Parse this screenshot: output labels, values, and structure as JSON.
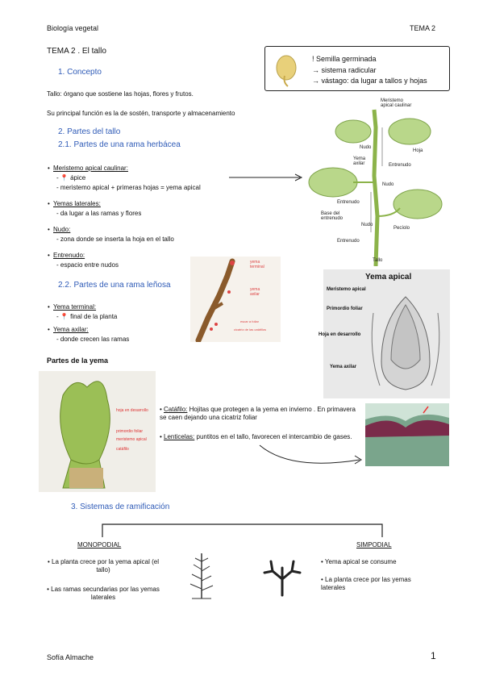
{
  "header": {
    "left": "Biología vegetal",
    "right": "TEMA 2"
  },
  "title": "TEMA 2 . El tallo",
  "s1": {
    "heading": "1. Concepto",
    "def": "Tallo: órgano que sostiene las hojas, flores y frutos.",
    "func": "Su principal función es la de sostén, transporte y almacenamiento"
  },
  "seed_box": {
    "title": "! Semilla germinada",
    "line1": "→ sistema radicular",
    "line2": "→ vástago: da lugar a tallos y hojas"
  },
  "s2": {
    "heading": "2. Partes del tallo",
    "sub1": "2.1. Partes de una rama herbácea",
    "items": [
      {
        "label": "Meristemo apical caulinar:",
        "lines": [
          "ápice",
          "- meristemo apical + primeras hojas = yema apical"
        ]
      },
      {
        "label": "Yemas laterales:",
        "lines": [
          "- da lugar a las ramas y flores"
        ]
      },
      {
        "label": "Nudo:",
        "lines": [
          "- zona donde se inserta la hoja en el tallo"
        ]
      },
      {
        "label": "Entrenudo:",
        "lines": [
          "- espacio entre nudos"
        ]
      }
    ],
    "sub2": "2.2. Partes de una rama leñosa",
    "woody": [
      {
        "label": "Yema terminal:",
        "lines": [
          "final de la planta"
        ]
      },
      {
        "label": "Yema axilar:",
        "lines": [
          "- donde crecen las ramas"
        ]
      }
    ]
  },
  "plant_labels": {
    "meristem": "Meristemo\napical caulinar",
    "nudo1": "Nudo",
    "hoja": "Hoja",
    "yema": "Yema\naxilar",
    "entrenudo1": "Entrenudo",
    "nudo2": "Nudo",
    "entrenudo2": "Entrenudo",
    "base": "Base del\nentrenudo",
    "nudo3": "Nudo",
    "peciolo": "Pecíolo",
    "entrenudo3": "Entrenudo",
    "tallo": "Tallo"
  },
  "branch_labels": {
    "terminal": "yema\nterminal",
    "axilar": "yema\naxilar",
    "scar": "escar a foliar",
    "scar2": "cicatriz de las catáfilos"
  },
  "apical_img": {
    "title": "Yema apical",
    "l1": "Meristemo apical",
    "l2": "Primordio foliar",
    "l3": "Hoja en desarrollo",
    "l4": "Yema axilar"
  },
  "bud": {
    "heading": "Partes de la yema",
    "l1": "hoja en desarrollo",
    "l2": "primordio foliar",
    "l3": "meristemo apical",
    "l4": "catáfilo",
    "cataf_label": "Catáfilo:",
    "cataf_text": " Hojitas que protegen a la yema en invierno . En primavera se caen dejando una cicatriz foliar",
    "lent_label": "Lenticelas:",
    "lent_text": " puntitos en el tallo, favorecen el intercambio de gases."
  },
  "s3": {
    "heading": "3. Sistemas de ramificación",
    "mono": "MONOPODIAL",
    "simp": "SIMPODIAL",
    "mono_items": [
      "La planta crece por la yema apical (el tallo)",
      "Las ramas secundarias por las yemas laterales"
    ],
    "simp_items": [
      "Yema apical se consume",
      "La planta crece por las yemas laterales"
    ]
  },
  "footer": {
    "author": "Sofía Almache",
    "page": "1"
  }
}
